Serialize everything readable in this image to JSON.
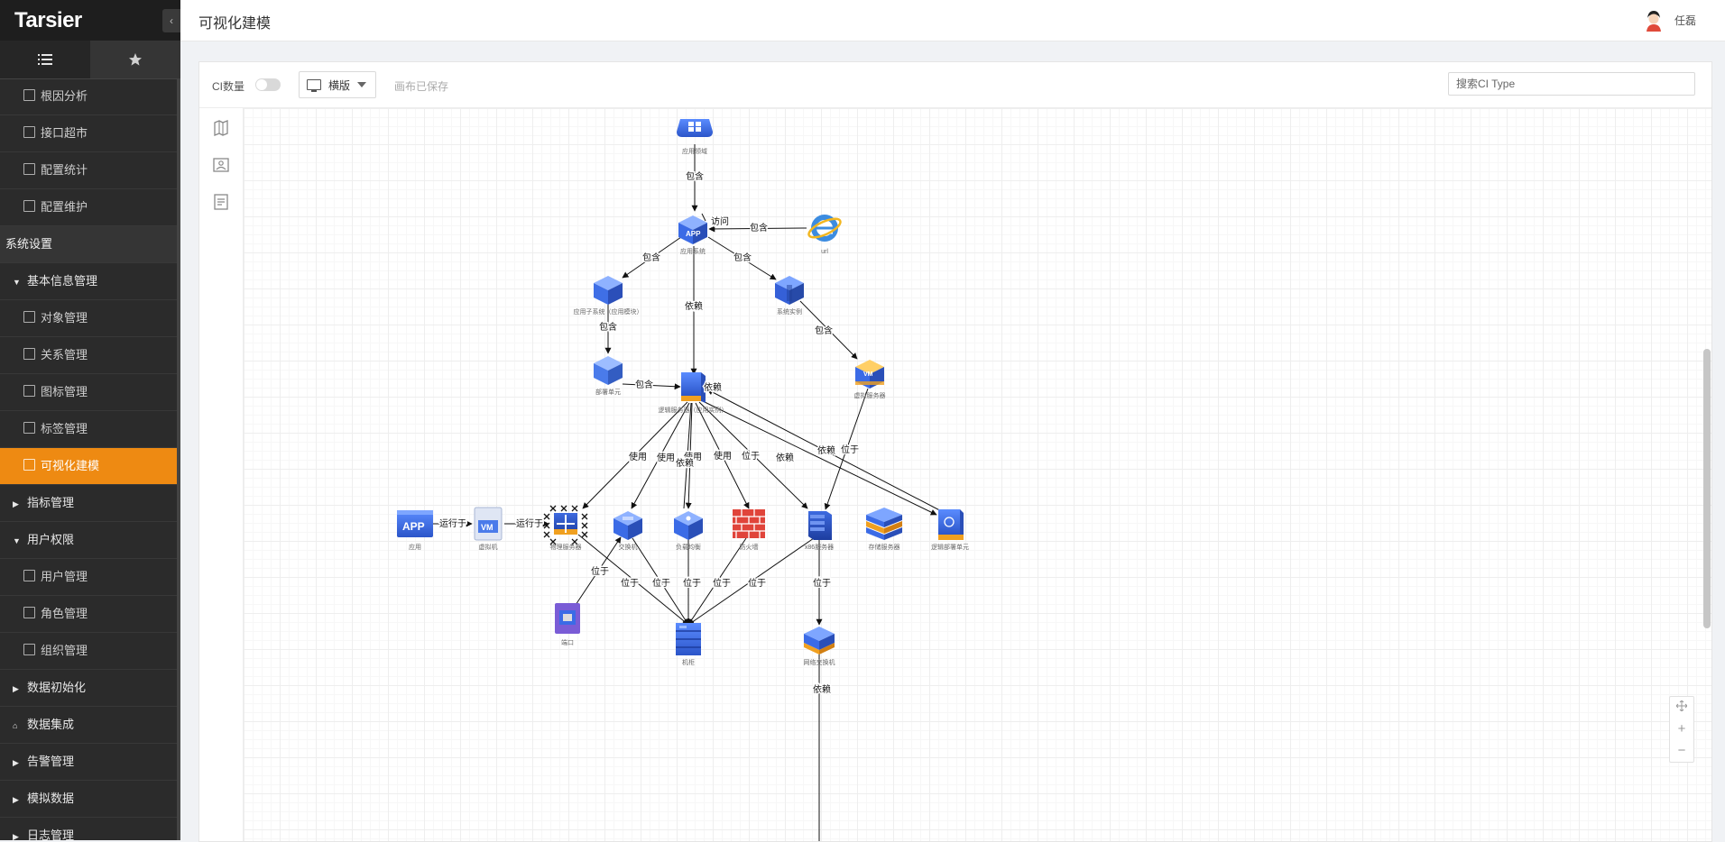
{
  "app": {
    "logo": "Tarsier",
    "collapse_icon": "‹"
  },
  "header": {
    "title": "可视化建模",
    "user_name": "任磊"
  },
  "sidebar": {
    "mode_tabs": [
      {
        "icon": "list-icon"
      },
      {
        "icon": "star-icon"
      }
    ],
    "items": [
      {
        "label": "根因分析",
        "kind": "sub",
        "icon": "chart-icon"
      },
      {
        "label": "接口超市",
        "kind": "sub",
        "icon": "cart-icon"
      },
      {
        "label": "配置统计",
        "kind": "sub",
        "icon": "doc-icon"
      },
      {
        "label": "配置维护",
        "kind": "sub",
        "icon": "image-icon"
      },
      {
        "label": "系统设置",
        "kind": "section"
      },
      {
        "label": "基本信息管理",
        "kind": "group",
        "caret": "▼"
      },
      {
        "label": "对象管理",
        "kind": "sub",
        "icon": "doc-icon"
      },
      {
        "label": "关系管理",
        "kind": "sub",
        "icon": "doc-icon"
      },
      {
        "label": "图标管理",
        "kind": "sub",
        "icon": "doc-icon"
      },
      {
        "label": "标签管理",
        "kind": "sub",
        "icon": "doc-icon"
      },
      {
        "label": "可视化建模",
        "kind": "sub",
        "icon": "doc-icon",
        "active": true
      },
      {
        "label": "指标管理",
        "kind": "group",
        "caret": "▶"
      },
      {
        "label": "用户权限",
        "kind": "group",
        "caret": "▼"
      },
      {
        "label": "用户管理",
        "kind": "sub",
        "icon": "lock-icon"
      },
      {
        "label": "角色管理",
        "kind": "sub",
        "icon": "lock-icon"
      },
      {
        "label": "组织管理",
        "kind": "sub",
        "icon": "org-icon"
      },
      {
        "label": "数据初始化",
        "kind": "group",
        "caret": "▶"
      },
      {
        "label": "数据集成",
        "kind": "group",
        "caret": "⌂"
      },
      {
        "label": "告警管理",
        "kind": "group",
        "caret": "▶"
      },
      {
        "label": "模拟数据",
        "kind": "group",
        "caret": "▶"
      },
      {
        "label": "日志管理",
        "kind": "group",
        "caret": "▶"
      }
    ]
  },
  "toolbar": {
    "ci_count_label": "CI数量",
    "ci_count_enabled": false,
    "mode_select": "横版",
    "save_status": "画布已保存",
    "search_placeholder": "搜索CI Type"
  },
  "left_tools": [
    {
      "icon": "map-book-icon"
    },
    {
      "icon": "image-frame-icon"
    },
    {
      "icon": "list-doc-icon"
    }
  ],
  "zoom_controls": [
    "fit-screen-icon",
    "+",
    "−"
  ],
  "colors": {
    "accent": "#ee8a12",
    "sidebar_bg": "#2b2b2b",
    "node_blue": "#3a6fe0",
    "node_orange": "#f0a020",
    "node_red": "#e0443a"
  },
  "graph": {
    "nodes": [
      {
        "id": "n_app_domain",
        "label": "应用领域",
        "icon": "grid-server"
      },
      {
        "id": "n_app_system",
        "label": "应用系统",
        "icon": "app-cube"
      },
      {
        "id": "n_url",
        "label": "url",
        "icon": "ie-browser"
      },
      {
        "id": "n_sub_system",
        "label": "应用子系统（应用模块）",
        "icon": "node-cube"
      },
      {
        "id": "n_sys_software",
        "label": "系统实例",
        "icon": "cluster-cube"
      },
      {
        "id": "n_deploy_unit",
        "label": "部署单元",
        "icon": "blue-box"
      },
      {
        "id": "n_logic_server",
        "label": "逻辑服务器（应用实例）",
        "icon": "stacked-server"
      },
      {
        "id": "n_virtual_server",
        "label": "虚拟服务器",
        "icon": "vm-cube"
      },
      {
        "id": "n_app",
        "label": "应用",
        "icon": "app-card"
      },
      {
        "id": "n_vm",
        "label": "虚拟机",
        "icon": "vm-card"
      },
      {
        "id": "n_physical",
        "label": "物理服务器",
        "icon": "server-selected"
      },
      {
        "id": "n_switch",
        "label": "交换机",
        "icon": "switch-cube"
      },
      {
        "id": "n_lb",
        "label": "负载均衡",
        "icon": "lb-cube"
      },
      {
        "id": "n_firewall",
        "label": "防火墙",
        "icon": "firewall"
      },
      {
        "id": "n_x86",
        "label": "x86服务器",
        "icon": "tower-server"
      },
      {
        "id": "n_storage",
        "label": "存储服务器",
        "icon": "storage"
      },
      {
        "id": "n_logic_deploy",
        "label": "逻辑部署单元",
        "icon": "logic-deploy"
      },
      {
        "id": "n_port",
        "label": "端口",
        "icon": "port"
      },
      {
        "id": "n_rack",
        "label": "机柜",
        "icon": "rack"
      },
      {
        "id": "n_net_switch",
        "label": "网络交换机",
        "icon": "net-switch"
      }
    ],
    "edges": [
      {
        "from": "n_app_domain",
        "to": "n_app_system",
        "label": "包含"
      },
      {
        "from": "n_url",
        "to": "n_app_system",
        "label": "包含"
      },
      {
        "from": "n_app_system",
        "to": "n_url",
        "label": "访问"
      },
      {
        "from": "n_app_system",
        "to": "n_sub_system",
        "label": "包含"
      },
      {
        "from": "n_app_system",
        "to": "n_sys_software",
        "label": "包含"
      },
      {
        "from": "n_app_system",
        "to": "n_logic_server",
        "label": "依赖"
      },
      {
        "from": "n_sub_system",
        "to": "n_deploy_unit",
        "label": "包含"
      },
      {
        "from": "n_deploy_unit",
        "to": "n_logic_server",
        "label": "包含"
      },
      {
        "from": "n_sys_software",
        "to": "n_virtual_server",
        "label": "包含"
      },
      {
        "from": "n_logic_server",
        "to": "n_logic_server",
        "label": "依赖"
      },
      {
        "from": "n_logic_server",
        "to": "n_physical",
        "label": "使用"
      },
      {
        "from": "n_logic_server",
        "to": "n_switch",
        "label": "使用"
      },
      {
        "from": "n_logic_server",
        "to": "n_lb",
        "label": "使用"
      },
      {
        "from": "n_logic_server",
        "to": "n_lb",
        "label": "依赖"
      },
      {
        "from": "n_logic_server",
        "to": "n_firewall",
        "label": "使用"
      },
      {
        "from": "n_logic_server",
        "to": "n_x86",
        "label": "位于"
      },
      {
        "from": "n_logic_server",
        "to": "n_logic_deploy",
        "label": "依赖"
      },
      {
        "from": "n_logic_deploy",
        "to": "n_logic_server",
        "label": "依赖"
      },
      {
        "from": "n_virtual_server",
        "to": "n_x86",
        "label": "位于"
      },
      {
        "from": "n_app",
        "to": "n_vm",
        "label": "运行于"
      },
      {
        "from": "n_vm",
        "to": "n_physical",
        "label": "运行于"
      },
      {
        "from": "n_port",
        "to": "n_switch",
        "label": "位于"
      },
      {
        "from": "n_physical",
        "to": "n_rack",
        "label": "位于"
      },
      {
        "from": "n_switch",
        "to": "n_rack",
        "label": "位于"
      },
      {
        "from": "n_lb",
        "to": "n_rack",
        "label": "位于"
      },
      {
        "from": "n_firewall",
        "to": "n_rack",
        "label": "位于"
      },
      {
        "from": "n_x86",
        "to": "n_rack",
        "label": "位于"
      },
      {
        "from": "n_x86",
        "to": "n_net_switch",
        "label": "位于"
      },
      {
        "from": "n_net_switch",
        "to": "n_net_switch",
        "label": "依赖"
      }
    ]
  }
}
